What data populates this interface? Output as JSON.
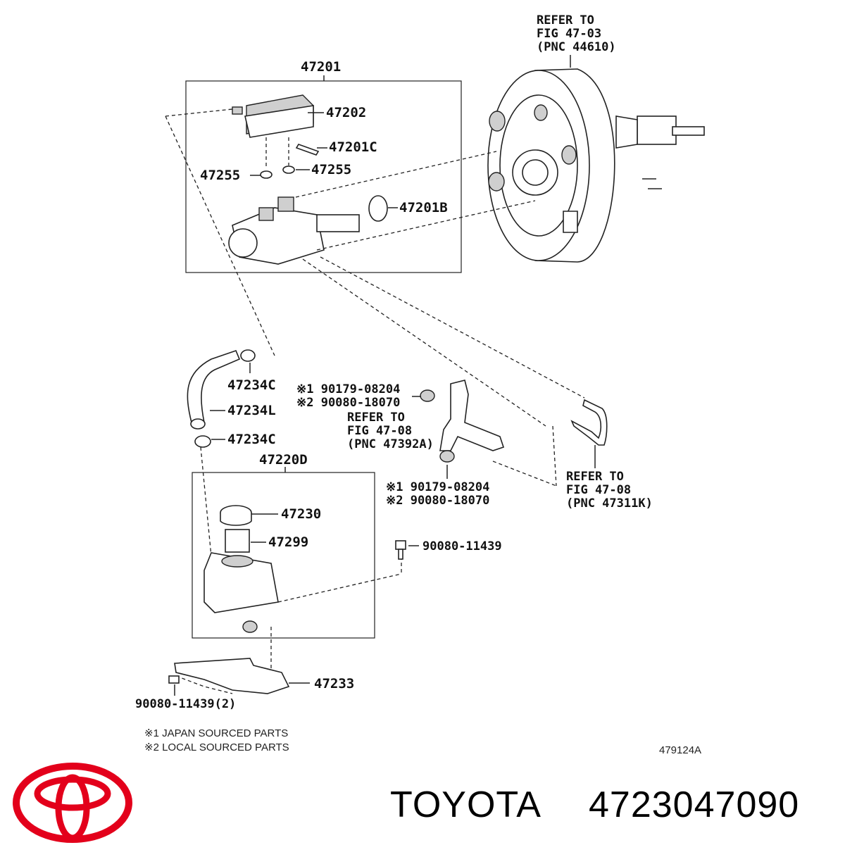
{
  "labels": {
    "refer_booster": [
      "REFER TO",
      "FIG 47-03",
      "(PNC 44610)"
    ],
    "p47201": "47201",
    "p47202": "47202",
    "p47201C": "47201C",
    "p47255_left": "47255",
    "p47255_right": "47255",
    "p47201B": "47201B",
    "p47234C_top": "47234C",
    "p47234L": "47234L",
    "p47234C_bot": "47234C",
    "p47220D": "47220D",
    "p47230": "47230",
    "p47299": "47299",
    "p90080_11439": "90080-11439",
    "p47233": "47233",
    "p90080_11439_2": "90080-11439(2)",
    "bracket_top_1": "※1 90179-08204",
    "bracket_top_2": "※2 90080-18070",
    "refer_bracket": [
      "REFER TO",
      "FIG 47-08",
      "(PNC 47392A)"
    ],
    "bracket_bot_1": "※1 90179-08204",
    "bracket_bot_2": "※2 90080-18070",
    "refer_line": [
      "REFER TO",
      "FIG 47-08",
      "(PNC 47311K)"
    ],
    "note1": "※1 JAPAN SOURCED PARTS",
    "note2": "※2 LOCAL SOURCED PARTS",
    "figure_code": "479124A"
  },
  "brand": {
    "name": "TOYOTA",
    "part_number": "4723047090",
    "logo_color": "#e3001b"
  }
}
